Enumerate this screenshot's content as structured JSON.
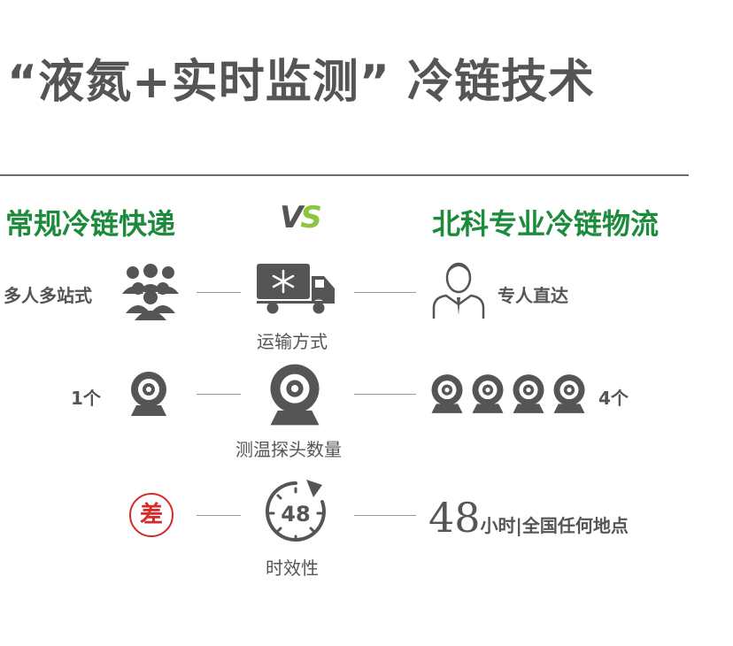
{
  "title": "“液氮+实时监测” 冷链技术",
  "left_heading": "常规冷链快递",
  "right_heading": "北科专业冷链物流",
  "vs": {
    "v": "V",
    "s": "S"
  },
  "rows": [
    {
      "left_label": "多人多站式",
      "caption": "运输方式",
      "right_label": "专人直达"
    },
    {
      "left_label": "1个",
      "caption": "测温探头数量",
      "right_label": "4个"
    },
    {
      "left_badge": "差",
      "caption": "时效性",
      "clock_label": "48",
      "right_number": "48",
      "right_suffix": "小时|全国任何地点"
    }
  ],
  "icons": [
    "group-people-icon",
    "refrigerated-truck-icon",
    "courier-person-icon",
    "webcam-icon",
    "stopwatch-icon"
  ],
  "colors": {
    "green": "#1c8b3b",
    "lime": "#8cc63e",
    "gray": "#555555",
    "red": "#d62a2a"
  }
}
